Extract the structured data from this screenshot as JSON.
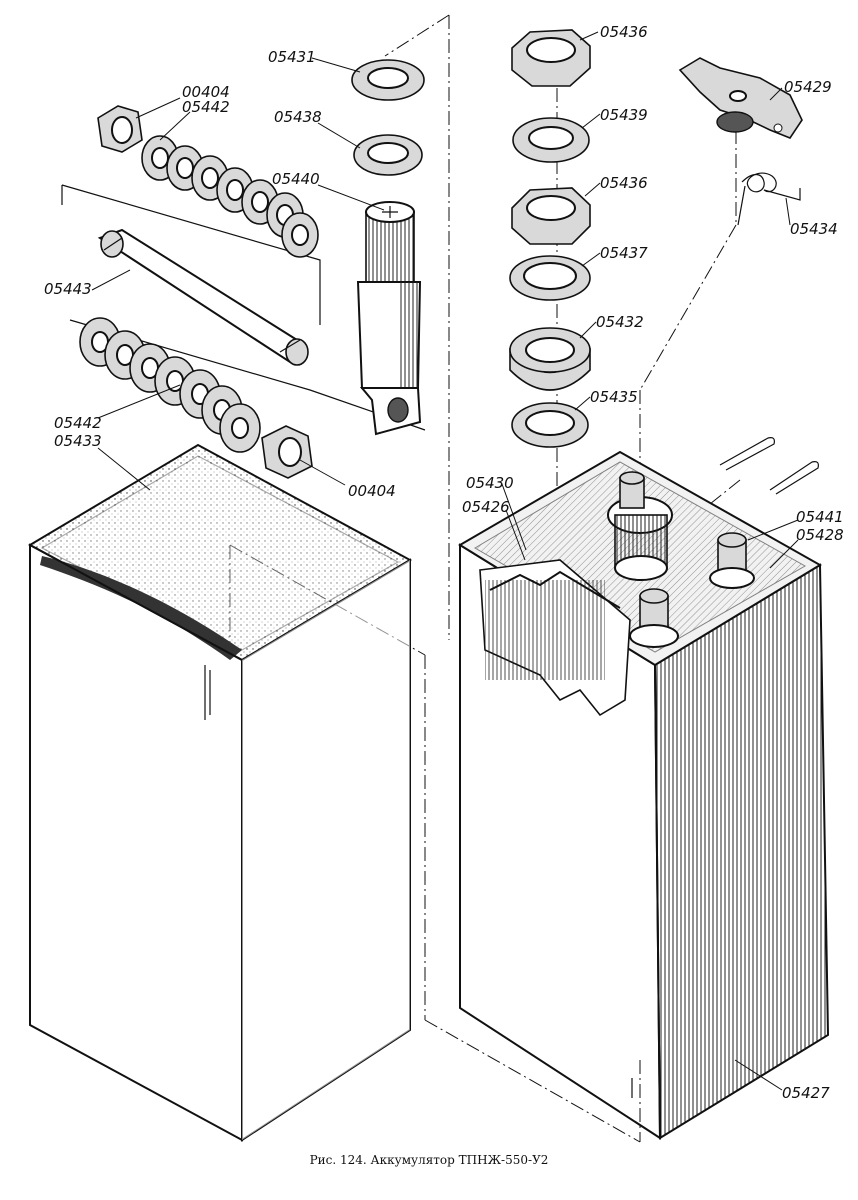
{
  "caption": "Рис. 124. Аккумулятор ТПНЖ-550-У2",
  "parts": {
    "p05431": "05431",
    "p05438": "05438",
    "p05440": "05440",
    "p00404_top": "00404",
    "p05442_top": "05442",
    "p05443": "05443",
    "p05442_bottom": "05442",
    "p05433": "05433",
    "p00404_bottom": "00404",
    "p05436_top": "05436",
    "p05439": "05439",
    "p05436_mid": "05436",
    "p05437": "05437",
    "p05432": "05432",
    "p05435": "05435",
    "p05429": "05429",
    "p05434": "05434",
    "p05430": "05430",
    "p05426": "05426",
    "p05441": "05441",
    "p05428": "05428",
    "p05427": "05427"
  }
}
